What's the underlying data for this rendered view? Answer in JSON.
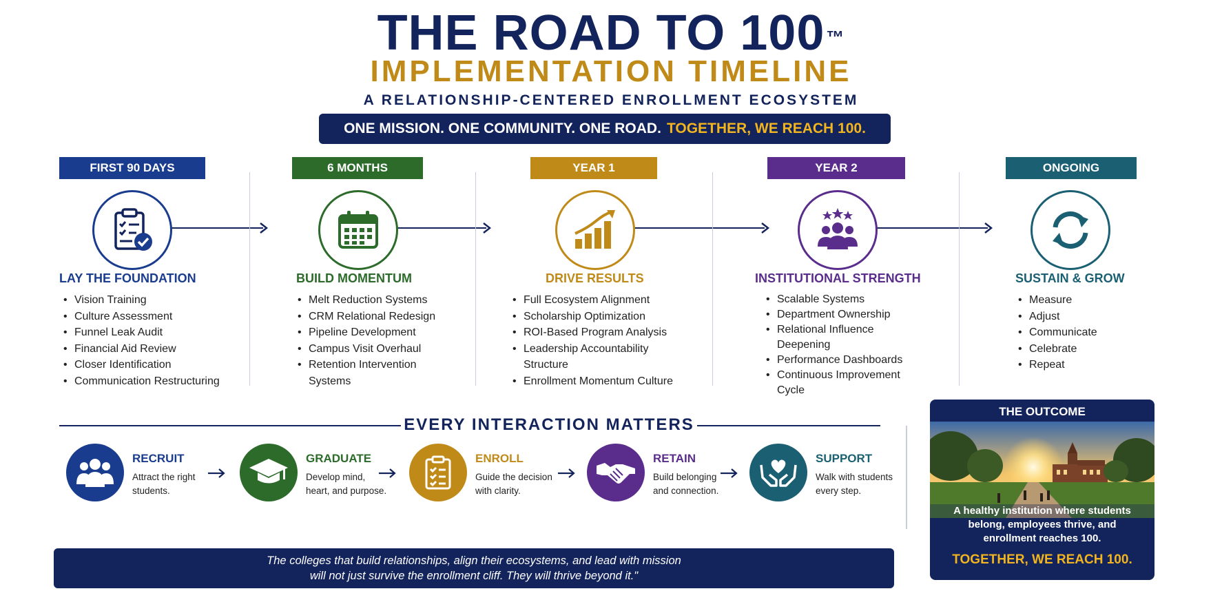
{
  "header": {
    "title": "THE ROAD TO 100",
    "trademark": "™",
    "subtitle": "IMPLEMENTATION TIMELINE",
    "tagline": "A RELATIONSHIP-CENTERED ENROLLMENT ECOSYSTEM",
    "mission_lead": "ONE MISSION. ONE COMMUNITY. ONE ROAD.",
    "mission_highlight": "TOGETHER, WE REACH 100."
  },
  "phases": [
    {
      "tag": "FIRST 90 DAYS",
      "title": "LAY THE FOUNDATION",
      "icon": "clipboard-check-icon",
      "color": "#1a3c8f",
      "items": [
        "Vision Training",
        "Culture Assessment",
        "Funnel Leak Audit",
        "Financial Aid Review",
        "Closer Identification",
        "Communication Restructuring"
      ]
    },
    {
      "tag": "6 MONTHS",
      "title": "BUILD MOMENTUM",
      "icon": "calendar-icon",
      "color": "#2c6b2a",
      "items": [
        "Melt Reduction Systems",
        "CRM Relational Redesign",
        "Pipeline Development",
        "Campus Visit Overhaul",
        "Retention Intervention",
        "Systems"
      ]
    },
    {
      "tag": "YEAR 1",
      "title": "DRIVE RESULTS",
      "icon": "growth-chart-icon",
      "color": "#c08a18",
      "items": [
        "Full Ecosystem Alignment",
        "Scholarship Optimization",
        "ROI-Based Program Analysis",
        "Leadership Accountability",
        "Structure",
        "Enrollment Momentum Culture"
      ]
    },
    {
      "tag": "YEAR 2",
      "title": "INSTITUTIONAL STRENGTH",
      "icon": "team-stars-icon",
      "color": "#5a2d8c",
      "items": [
        "Scalable Systems",
        "Department Ownership",
        "Relational Influence",
        "Deepening",
        "Performance Dashboards",
        "Continuous Improvement",
        "Cycle"
      ]
    },
    {
      "tag": "ONGOING",
      "title": "SUSTAIN & GROW",
      "icon": "refresh-cycle-icon",
      "color": "#1b5f73",
      "items": [
        "Measure",
        "Adjust",
        "Communicate",
        "Celebrate",
        "Repeat"
      ]
    }
  ],
  "interactions": {
    "heading": "EVERY INTERACTION MATTERS",
    "steps": [
      {
        "title": "RECRUIT",
        "line1": "Attract the right",
        "line2": "students.",
        "icon": "people-group-icon",
        "color": "#1a3c8f"
      },
      {
        "title": "GRADUATE",
        "line1": "Develop mind,",
        "line2": "heart, and purpose.",
        "icon": "graduation-cap-icon",
        "color": "#2c6b2a"
      },
      {
        "title": "ENROLL",
        "line1": "Guide the decision",
        "line2": "with clarity.",
        "icon": "checklist-icon",
        "color": "#c08a18"
      },
      {
        "title": "RETAIN",
        "line1": "Build belonging",
        "line2": "and connection.",
        "icon": "handshake-icon",
        "color": "#5a2d8c"
      },
      {
        "title": "SUPPORT",
        "line1": "Walk with students",
        "line2": "every step.",
        "icon": "heart-hands-icon",
        "color": "#1b5f73"
      }
    ]
  },
  "quote": {
    "line1": "The colleges that build relationships, align their ecosystems, and lead with mission",
    "line2": "will not just survive the enrollment cliff. They will thrive beyond it.\""
  },
  "outcome": {
    "title": "THE OUTCOME",
    "desc_line1": "A healthy institution where students",
    "desc_line2": "belong, employees thrive, and",
    "desc_line3": "enrollment reaches 100.",
    "highlight": "TOGETHER, WE REACH 100."
  }
}
